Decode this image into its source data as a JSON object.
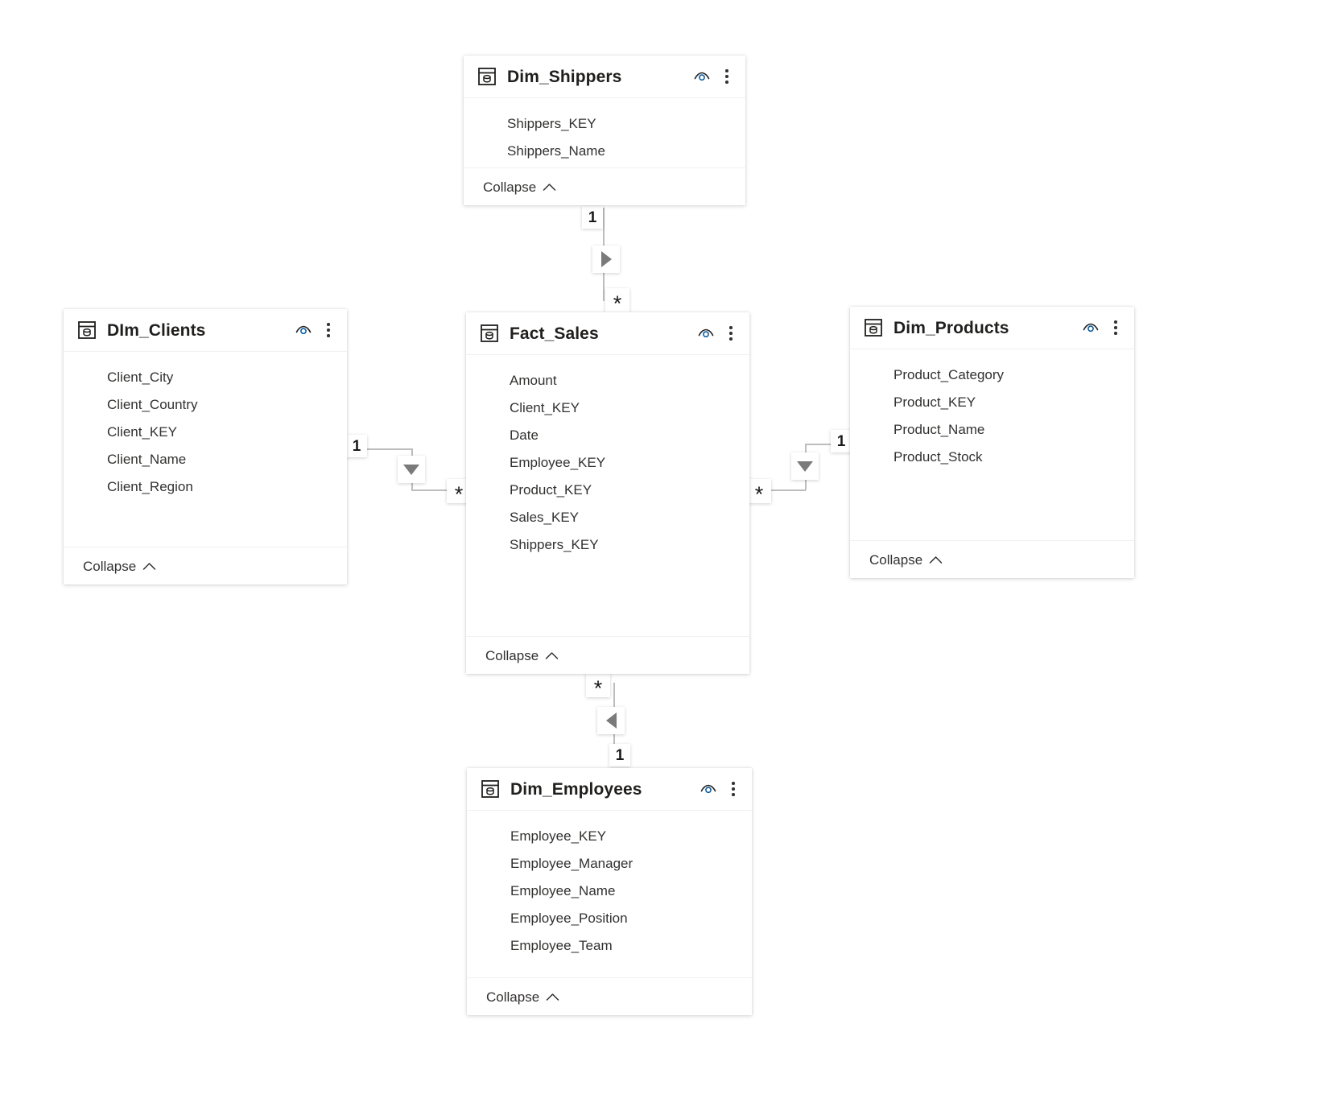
{
  "view": {
    "name": "model-relationship-diagram",
    "background": "#ffffff"
  },
  "common": {
    "collapse_label": "Collapse",
    "table_icon": "table-icon",
    "eye_icon": "eye-icon",
    "menu_icon": "more-options-icon",
    "chevron_up_icon": "chevron-up-icon"
  },
  "tables": [
    {
      "id": "dim_shippers",
      "title": "Dim_Shippers",
      "fields": [
        "Shippers_KEY",
        "Shippers_Name"
      ]
    },
    {
      "id": "dim_clients",
      "title": "DIm_Clients",
      "fields": [
        "Client_City",
        "Client_Country",
        "Client_KEY",
        "Client_Name",
        "Client_Region"
      ]
    },
    {
      "id": "fact_sales",
      "title": "Fact_Sales",
      "fields": [
        "Amount",
        "Client_KEY",
        "Date",
        "Employee_KEY",
        "Product_KEY",
        "Sales_KEY",
        "Shippers_KEY"
      ]
    },
    {
      "id": "dim_products",
      "title": "Dim_Products",
      "fields": [
        "Product_Category",
        "Product_KEY",
        "Product_Name",
        "Product_Stock"
      ]
    },
    {
      "id": "dim_employees",
      "title": "Dim_Employees",
      "fields": [
        "Employee_KEY",
        "Employee_Manager",
        "Employee_Name",
        "Employee_Position",
        "Employee_Team"
      ]
    }
  ],
  "relationships": [
    {
      "id": "shippers-to-sales",
      "from": "Dim_Shippers",
      "to": "Fact_Sales",
      "from_cardinality": "1",
      "to_cardinality": "*",
      "cross_filter_direction": "single-right"
    },
    {
      "id": "clients-to-sales",
      "from": "DIm_Clients",
      "to": "Fact_Sales",
      "from_cardinality": "1",
      "to_cardinality": "*",
      "cross_filter_direction": "single-down"
    },
    {
      "id": "products-to-sales",
      "from": "Dim_Products",
      "to": "Fact_Sales",
      "from_cardinality": "1",
      "to_cardinality": "*",
      "cross_filter_direction": "single-down"
    },
    {
      "id": "employees-to-sales",
      "from": "Dim_Employees",
      "to": "Fact_Sales",
      "from_cardinality": "1",
      "to_cardinality": "*",
      "cross_filter_direction": "single-left"
    }
  ]
}
